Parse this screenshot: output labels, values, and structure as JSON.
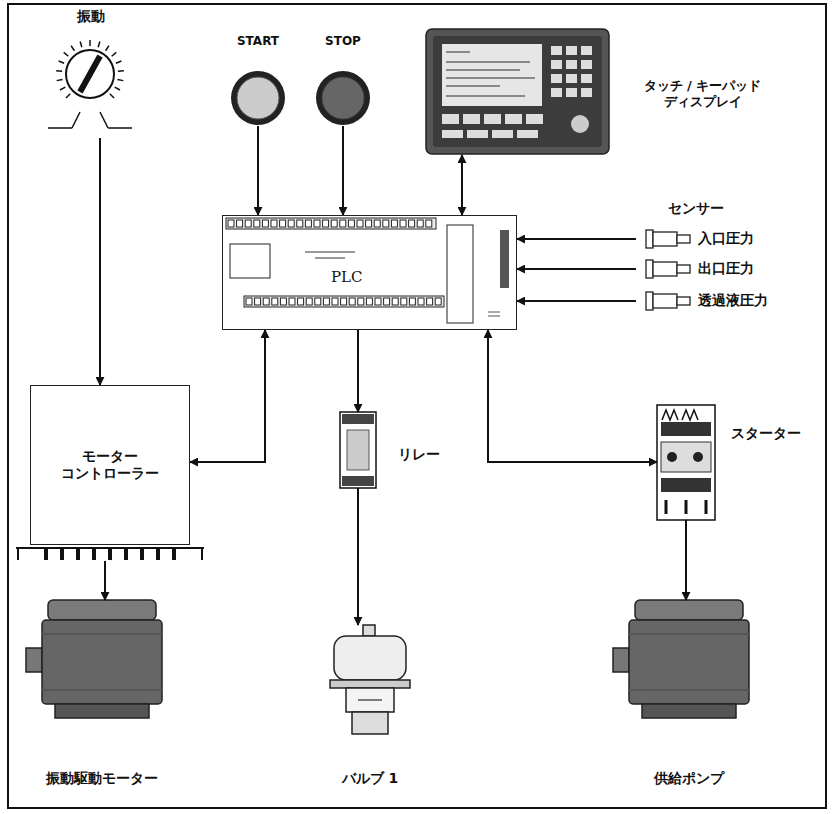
{
  "diagram": {
    "nodes": [
      {
        "text": [
          "振動"
        ]
      },
      {
        "text": [
          "START"
        ]
      },
      {
        "text": [
          "STOP"
        ]
      },
      {
        "text": [
          "タッチ / キーパッド ディスプレイ"
        ]
      },
      {
        "text": [
          "PLC"
        ]
      },
      {
        "text": [
          "入口圧力"
        ]
      },
      {
        "text": [
          "出口圧力"
        ]
      },
      {
        "text": [
          "透過液圧力"
        ]
      },
      {
        "text": [
          "モーター コントローラー"
        ]
      },
      {
        "text": [
          "リレー"
        ]
      },
      {
        "text": [
          "スターター"
        ]
      },
      {
        "text": [
          "振動駆動モーター"
        ]
      },
      {
        "text": [
          "バルブ 1"
        ]
      },
      {
        "text": [
          "供給ポンプ"
        ]
      }
    ],
    "edges": [
      {
        "from": 0,
        "to": 8,
        "arrow": "to"
      },
      {
        "from": 1,
        "to": 4,
        "arrow": "to"
      },
      {
        "from": 2,
        "to": 4,
        "arrow": "to"
      },
      {
        "from": 3,
        "to": 4,
        "arrow": "both"
      },
      {
        "from": 5,
        "to": 4,
        "arrow": "to"
      },
      {
        "from": 6,
        "to": 4,
        "arrow": "to"
      },
      {
        "from": 7,
        "to": 4,
        "arrow": "to"
      },
      {
        "from": 4,
        "to": 8,
        "arrow": "both"
      },
      {
        "from": 4,
        "to": 9,
        "arrow": "to"
      },
      {
        "from": 4,
        "to": 10,
        "arrow": "both"
      },
      {
        "from": 8,
        "to": 11,
        "arrow": "to"
      },
      {
        "from": 9,
        "to": 12,
        "arrow": "to"
      },
      {
        "from": 10,
        "to": 13,
        "arrow": "to"
      }
    ],
    "labels": [
      "センサー"
    ]
  }
}
